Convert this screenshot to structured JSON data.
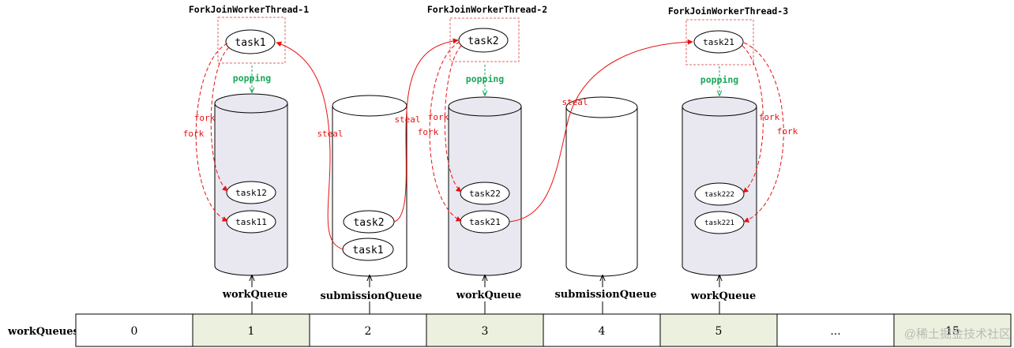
{
  "threads": [
    "ForkJoinWorkerThread-1",
    "ForkJoinWorkerThread-2",
    "ForkJoinWorkerThread-3"
  ],
  "thread_tasks": [
    "task1",
    "task2",
    "task21"
  ],
  "popping_label": "popping",
  "fork_label": "fork",
  "steal_label": "steal",
  "queue1_tasks": [
    "task12",
    "task11"
  ],
  "submission1_tasks": [
    "task2",
    "task1"
  ],
  "queue3_tasks": [
    "task22",
    "task21"
  ],
  "queue5_tasks": [
    "task222",
    "task221"
  ],
  "queue_labels": [
    "workQueue",
    "submissionQueue",
    "workQueue",
    "submissionQueue",
    "workQueue"
  ],
  "array_label": "workQueues",
  "array_cells": [
    "0",
    "1",
    "2",
    "3",
    "4",
    "5",
    "...",
    "15"
  ],
  "watermark": "@稀土掘金技术社区",
  "colors": {
    "highlight_cell": "#ebf1de",
    "work_queue_fill": "#e9e8f0",
    "red": "#e81010",
    "green": "#1aa85a",
    "thread_box": "#e06666"
  }
}
